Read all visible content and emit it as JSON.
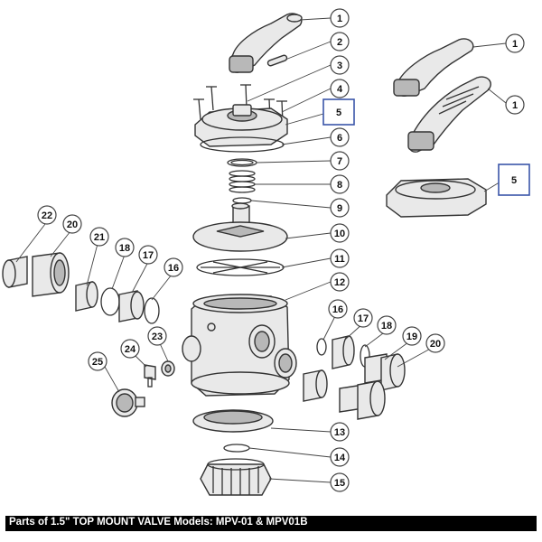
{
  "caption": "Parts of 1.5\" TOP MOUNT VALVE Models: MPV-01 & MPV01B",
  "colors": {
    "caption_bar": "#000000",
    "highlight_box": "#3a55a8"
  },
  "callouts": {
    "c1a": "1",
    "c2": "2",
    "c3": "3",
    "c4": "4",
    "c5a": "5",
    "c6": "6",
    "c7": "7",
    "c8": "8",
    "c9": "9",
    "c10": "10",
    "c11": "11",
    "c12": "12",
    "c13": "13",
    "c14": "14",
    "c15": "15",
    "c1b": "1",
    "c1c": "1",
    "c5b": "5",
    "c22": "22",
    "c20a": "20",
    "c21": "21",
    "c18a": "18",
    "c17a": "17",
    "c16a": "16",
    "c16b": "16",
    "c17b": "17",
    "c18b": "18",
    "c19": "19",
    "c20b": "20",
    "c23": "23",
    "c24": "24",
    "c25": "25"
  }
}
